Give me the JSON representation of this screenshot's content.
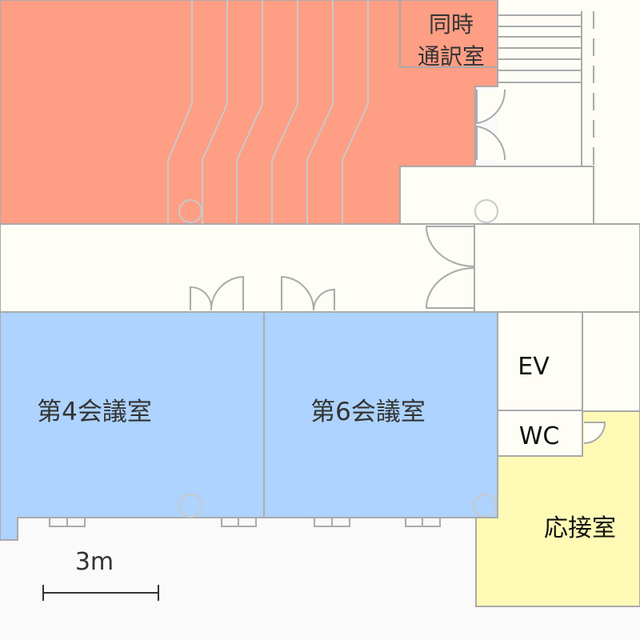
{
  "floor_plan": {
    "rooms": {
      "simultaneous_interpretation": {
        "line1": "同時",
        "line2": "通訳室"
      },
      "meeting_room_4": {
        "label": "第4会議室"
      },
      "meeting_room_6": {
        "label": "第6会議室"
      },
      "elevator": {
        "label": "EV"
      },
      "restroom": {
        "label": "WC"
      },
      "reception_room": {
        "label": "応接室"
      }
    },
    "scale_bar": {
      "label": "3m"
    }
  },
  "colors": {
    "hall": "#fe9e84",
    "meeting_rooms": "#add3fe",
    "reception": "#fefab6",
    "corridor": "#fefdf6",
    "outside": "#fafafa",
    "wall": "#aaaaaa",
    "text": "#333333"
  }
}
